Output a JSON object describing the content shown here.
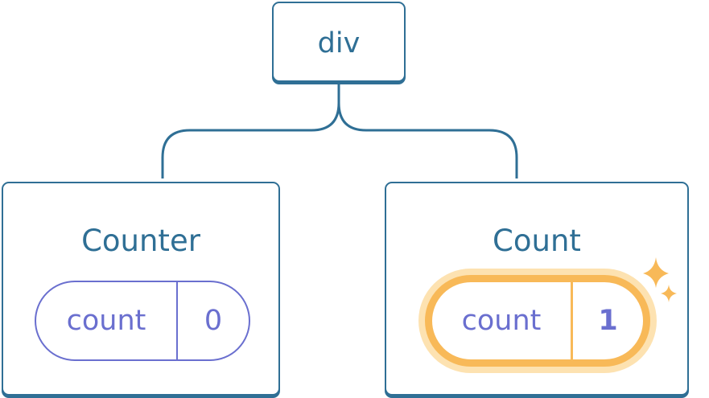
{
  "root": {
    "label": "div"
  },
  "components": [
    {
      "title": "Counter",
      "state": {
        "key": "count",
        "value": "0"
      },
      "highlighted": false
    },
    {
      "title": "Count",
      "state": {
        "key": "count",
        "value": "1"
      },
      "highlighted": true
    }
  ],
  "colors": {
    "node_border": "#2f6f95",
    "state_text": "#6a6fcf",
    "highlight": "#f8b958",
    "highlight_glow": "#fde2b1"
  }
}
